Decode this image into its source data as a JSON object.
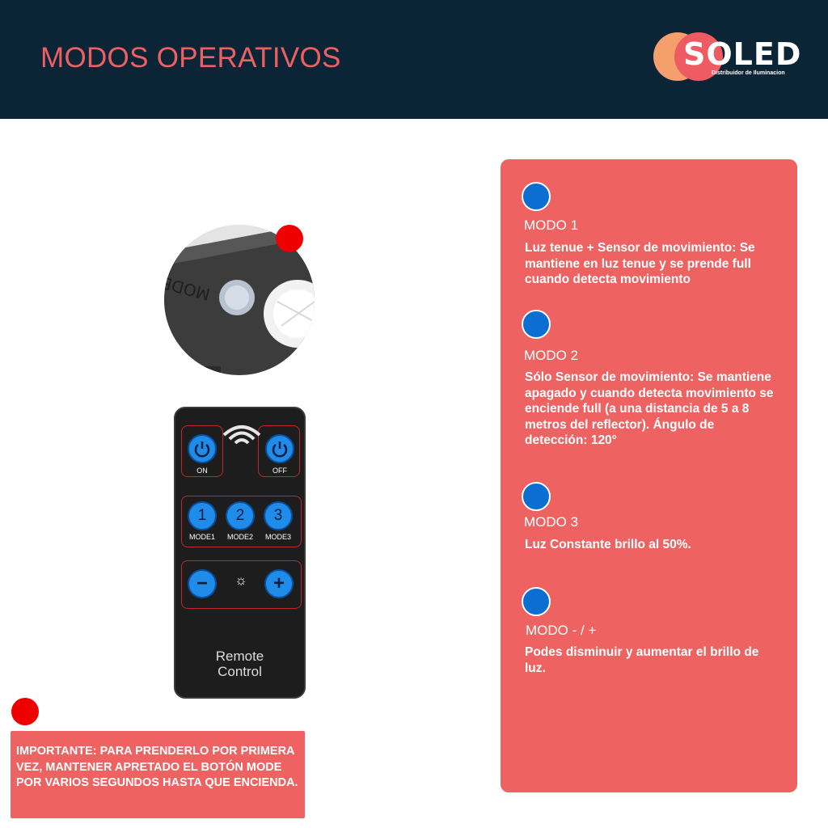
{
  "header": {
    "title": "MODOS OPERATIVOS",
    "logo": {
      "word": "SOLED",
      "tagline": "Distribuidor de Iluminacion"
    }
  },
  "closeup": {
    "embossed_text": "MODE"
  },
  "remote": {
    "power_on_label": "ON",
    "power_off_label": "OFF",
    "mode_buttons": [
      {
        "number": "1",
        "label": "MODE1"
      },
      {
        "number": "2",
        "label": "MODE2"
      },
      {
        "number": "3",
        "label": "MODE3"
      }
    ],
    "minus_symbol": "−",
    "plus_symbol": "+",
    "brightness_symbol": "☼",
    "caption_line1": "Remote",
    "caption_line2": "Control"
  },
  "modes": [
    {
      "title": "MODO 1",
      "description": "Luz tenue + Sensor de movimiento: Se mantiene en luz tenue y se prende full cuando detecta movimiento"
    },
    {
      "title": "MODO 2",
      "description": "Sólo Sensor de movimiento: Se mantiene apagado y cuando detecta movimiento se enciende full (a una distancia de 5 a 8 metros del reflector). Ángulo de detección: 120°"
    },
    {
      "title": "MODO 3",
      "description": "Luz Constante brillo al 50%."
    },
    {
      "title": "MODO - / +",
      "description": "Podes disminuir y aumentar el brillo de luz."
    }
  ],
  "important": {
    "text": "IMPORTANTE: PARA PRENDERLO POR PRIMERA VEZ, MANTENER APRETADO EL BOTÓN MODE POR VARIOS SEGUNDOS HASTA QUE ENCIENDA."
  },
  "colors": {
    "header_bg": "#0b2436",
    "accent_coral": "#ee6362",
    "marker_blue": "#0d6ed1",
    "marker_red": "#ee0000"
  }
}
